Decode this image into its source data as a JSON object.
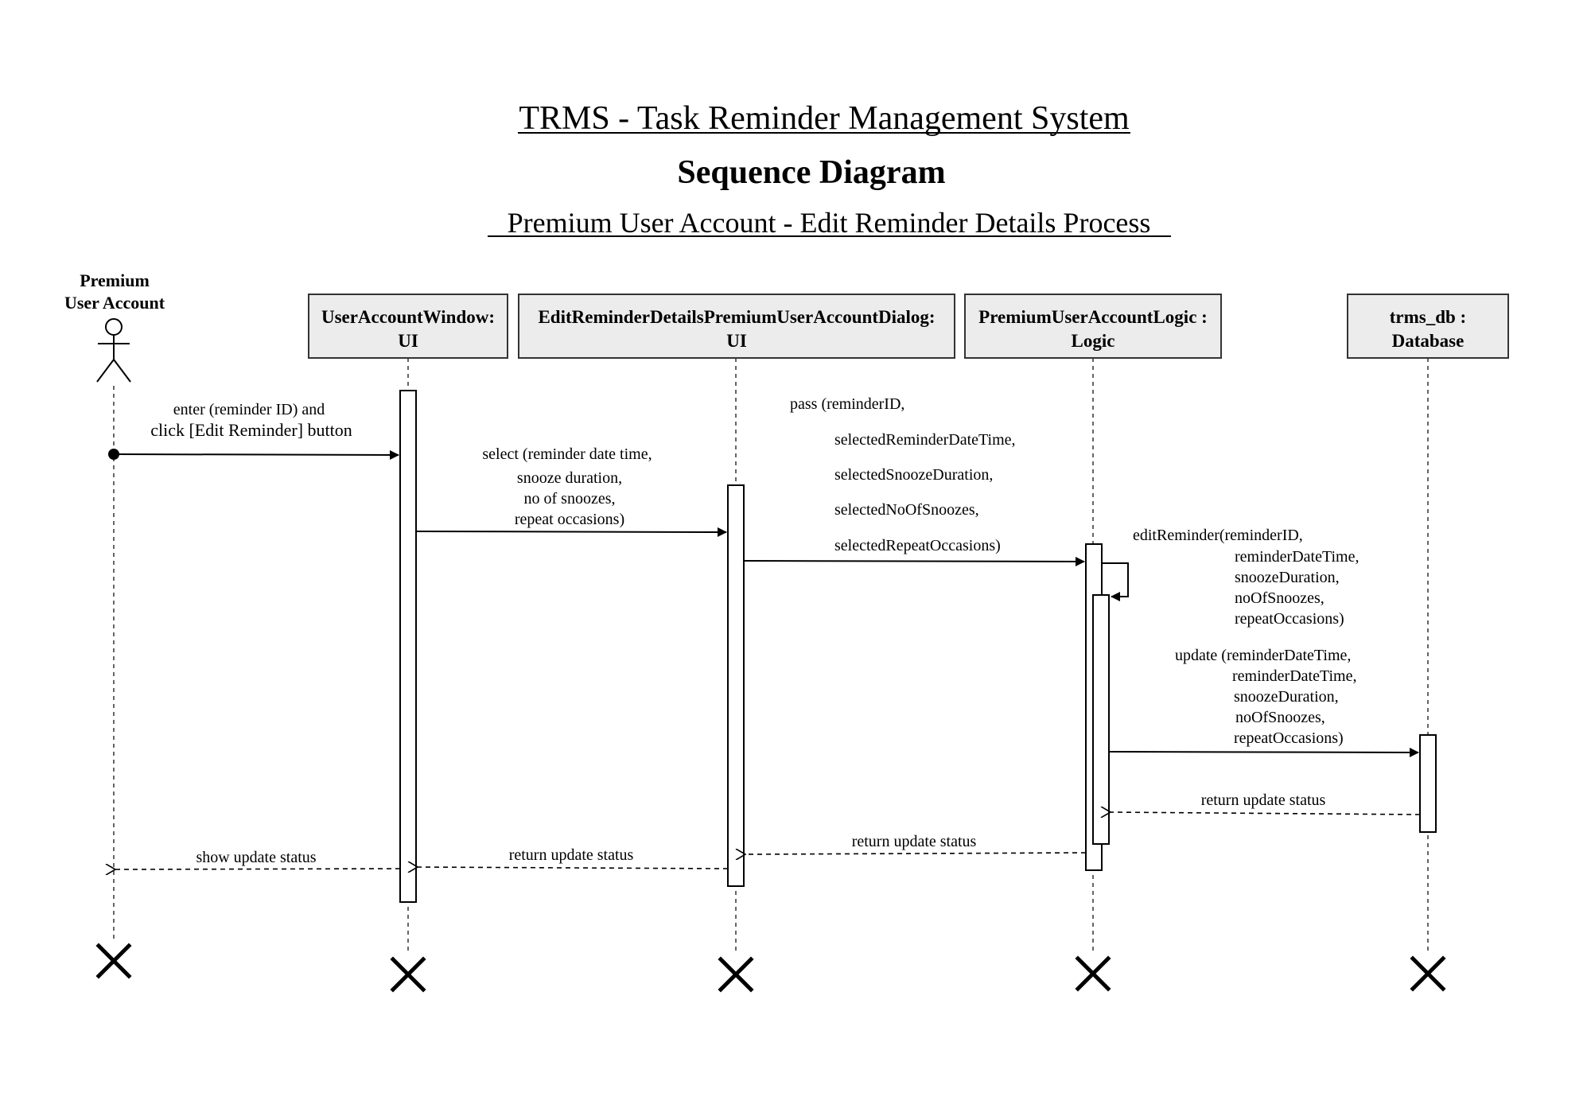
{
  "header": {
    "title": "TRMS - Task Reminder Management System",
    "subtitle": "Sequence Diagram",
    "process": "Premium User Account - Edit Reminder Details Process"
  },
  "actor": {
    "line1": "Premium",
    "line2": "User Account"
  },
  "participants": [
    {
      "line1": "UserAccountWindow:",
      "line2": "UI"
    },
    {
      "line1": "EditReminderDetailsPremiumUserAccountDialog:",
      "line2": "UI"
    },
    {
      "line1": "PremiumUserAccountLogic :",
      "line2": "Logic"
    },
    {
      "line1": "trms_db :",
      "line2": "Database"
    }
  ],
  "messages": {
    "m1": [
      "enter (reminder ID) and",
      "click [Edit Reminder] button"
    ],
    "m2": [
      "select (reminder date time,",
      "snooze duration,",
      "no of snoozes,",
      "repeat occasions)"
    ],
    "m3": [
      "pass (reminderID,",
      "selectedReminderDateTime,",
      "selectedSnoozeDuration,",
      "selectedNoOfSnoozes,",
      "selectedRepeatOccasions)"
    ],
    "m4": [
      "editReminder(reminderID,",
      "reminderDateTime,",
      "snoozeDuration,",
      "noOfSnoozes,",
      "repeatOccasions)"
    ],
    "m5": [
      "update (reminderDateTime,",
      "reminderDateTime,",
      "snoozeDuration,",
      "noOfSnoozes,",
      "repeatOccasions)"
    ],
    "r1": "return update status",
    "r2": "return update status",
    "r3": "return update status",
    "r4": "show update status"
  }
}
